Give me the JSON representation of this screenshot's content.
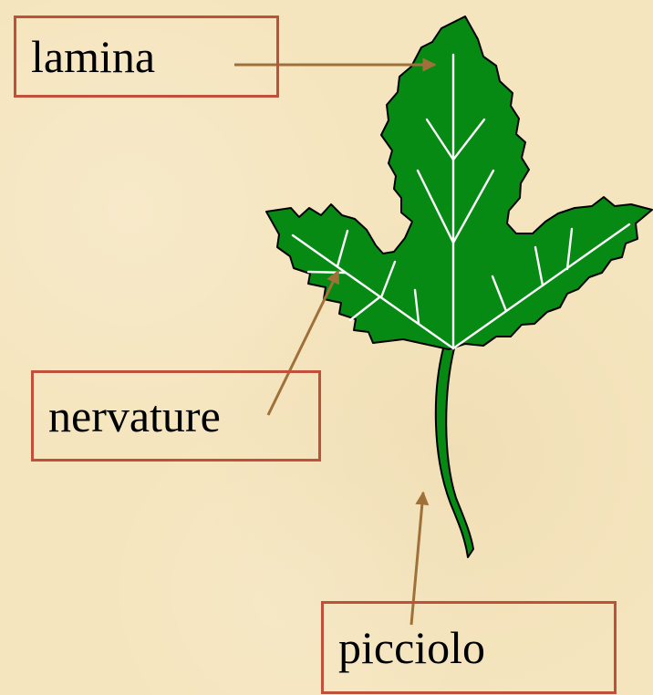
{
  "diagram": {
    "labels": {
      "lamina": "lamina",
      "nervature": "nervature",
      "picciolo": "picciolo"
    },
    "colors": {
      "background": "#f5e5be",
      "leaf_fill": "#078a14",
      "leaf_outline": "#000000",
      "veins": "#ffffff",
      "box_border": "#c0503a",
      "arrow": "#a0703a"
    }
  }
}
